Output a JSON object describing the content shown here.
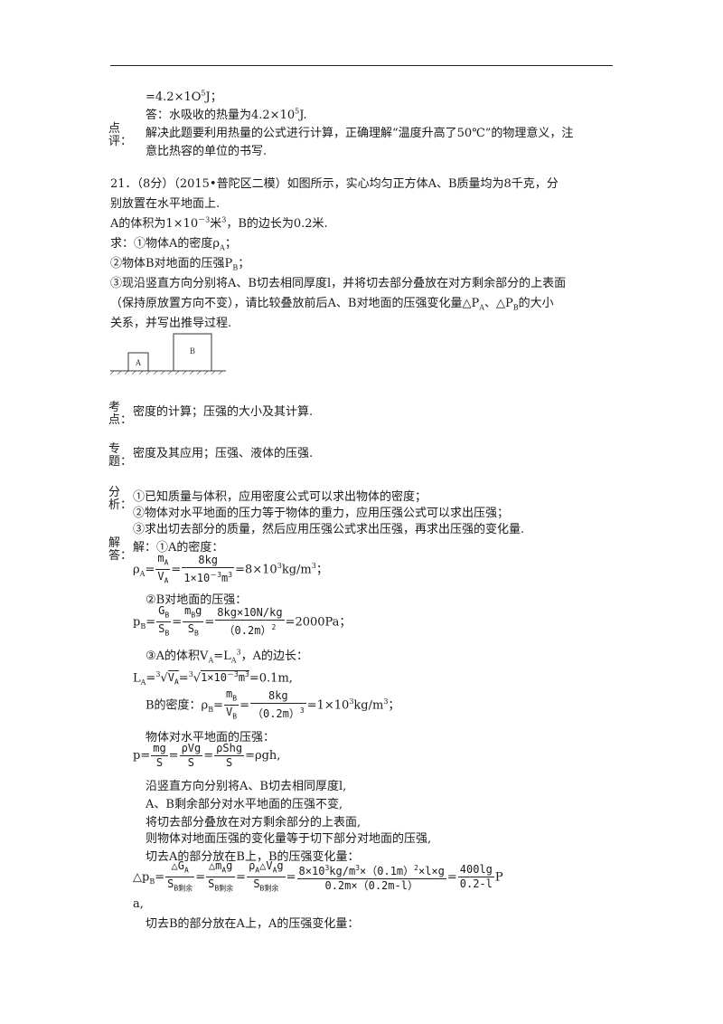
{
  "header_lines": [
    "=4.2×1O",
    "答：水吸收的热量为4.2×10",
    "解决此题要利用热量的公式进行计算，正确理解“温度升高了50℃”的物理意义，注",
    "意比热容的单位的书写."
  ],
  "header_side": "点评：",
  "question": {
    "line1": "21．（8分）（2015•普陀区二模）如图所示，实心均匀正方体A、B质量均为8千克，分",
    "line2": "别放置在水平地面上.",
    "line3a": "A的体积为1×10",
    "line3b": "米",
    "line3c": "，B的边长为0.2米.",
    "line4": "求：①物体A的密度ρ",
    "line5": "②物体B对地面的压强P",
    "line6": "③现沿竖直方向分别将A、B切去相同厚度l，并将切去部分叠放在对方剩余部分的上表面",
    "line7": "（保持原放置方向不变），请比较叠放前后A、B对地面的压强变化量△P",
    "line7b": "、△P",
    "line7c": "的大小",
    "line8": "关系，并写出推导过程."
  },
  "figure": {
    "label_a": "A",
    "label_b": "B"
  },
  "kaodian": {
    "side": "考点：",
    "text": "密度的计算；压强的大小及其计算."
  },
  "zhuanti": {
    "side": "专题：",
    "text": "密度及其应用；压强、液体的压强."
  },
  "fenxi": {
    "side": "分析：",
    "lines": [
      "①已知质量与体积，应用密度公式可以求出物体的密度；",
      "②物体对水平地面的压力等于物体的重力，应用压强公式可以求出压强；",
      "③求出切去部分的质量，然后应用压强公式求出压强，再求出压强的变化量."
    ]
  },
  "jieda": {
    "side": "解答：",
    "l1": "解：①A的密度：",
    "rhoA_lhs": "ρ",
    "rhoA_num": "m",
    "rhoA_den": "V",
    "rhoA_num2": "8kg",
    "rhoA_den2": "1×10",
    "rhoA_res": "=8×10",
    "rhoA_unit": "kg/m",
    "l2": "②B对地面的压强：",
    "pB_res": "=2000Pa；",
    "pB_f1n": "G",
    "pB_f1d": "S",
    "pB_f2n": "m",
    "pB_f2d": "S",
    "pB_f3n": "8kg×10N/kg",
    "pB_f3d": "（0.2m）",
    "l3": "③A的体积V",
    "l3b": "=L",
    "l3c": "，A的边长：",
    "LA_res": "=0.1m,",
    "l4": "B的密度：ρ",
    "rhoB_n1": "m",
    "rhoB_d1": "V",
    "rhoB_n2": "8kg",
    "rhoB_d2": "（0.2m）",
    "rhoB_res": "=1×10",
    "rhoB_unit": "kg/m",
    "l5": "物体对水平地面的压强：",
    "p_n1": "mg",
    "p_d1": "S",
    "p_n2": "ρVg",
    "p_d2": "S",
    "p_n3": "ρShg",
    "p_d3": "S",
    "p_res": "=ρgh,",
    "l6": "沿竖直方向分别将A、B切去相同厚度l,",
    "l7": "A、B剩余部分对水平地面的压强不变,",
    "l8": "将切去部分叠放在对方剩余部分的上表面,",
    "l9": "则物体对地面压强的变化量等于切下部分对地面的压强,",
    "l10": "切去A的部分放在B上，B的压强变化量：",
    "dp_n1": "△G",
    "dp_d1": "S",
    "dp_n2": "△m",
    "dp_n3": "ρ",
    "dp_n4": "8×10",
    "dp_d4": "0.2m×（0.2m-l）",
    "dp_n5": "400lg",
    "dp_d5": "0.2-l",
    "dp_tail": "P",
    "l11": "a,",
    "l12": "切去B的部分放在A上，A的压强变化量："
  }
}
